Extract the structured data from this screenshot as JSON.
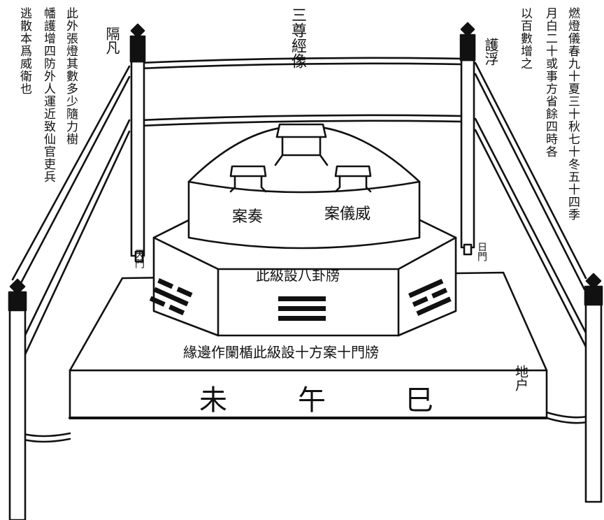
{
  "diagram": {
    "top_label": "三尊經像",
    "right_pole_label": "護浮",
    "left_pole_label": "隔凡",
    "left_gate_label": "天門",
    "right_gate_label": "日門",
    "corner_label": "地户",
    "left_notes": [
      "此外張燈其數多少隨力樹",
      "幡護增四防外人運近致仙官吏兵",
      "逃散本爲威衛也"
    ],
    "right_notes": [
      "燃燈儀春九十夏三十秋七十冬五十四季",
      "月白二十或事方省餘四時各",
      "以百數增之"
    ],
    "dome_right_text": "案儀威",
    "dome_left_text": "案奏",
    "middle_tier_text": "此級設八卦牓",
    "lower_tier_text": "緣邊作闌楯此級設十方案十門牓",
    "base_characters": [
      "未",
      "午",
      "巳"
    ]
  },
  "colors": {
    "ink": "#111111",
    "paper": "#ffffff"
  }
}
